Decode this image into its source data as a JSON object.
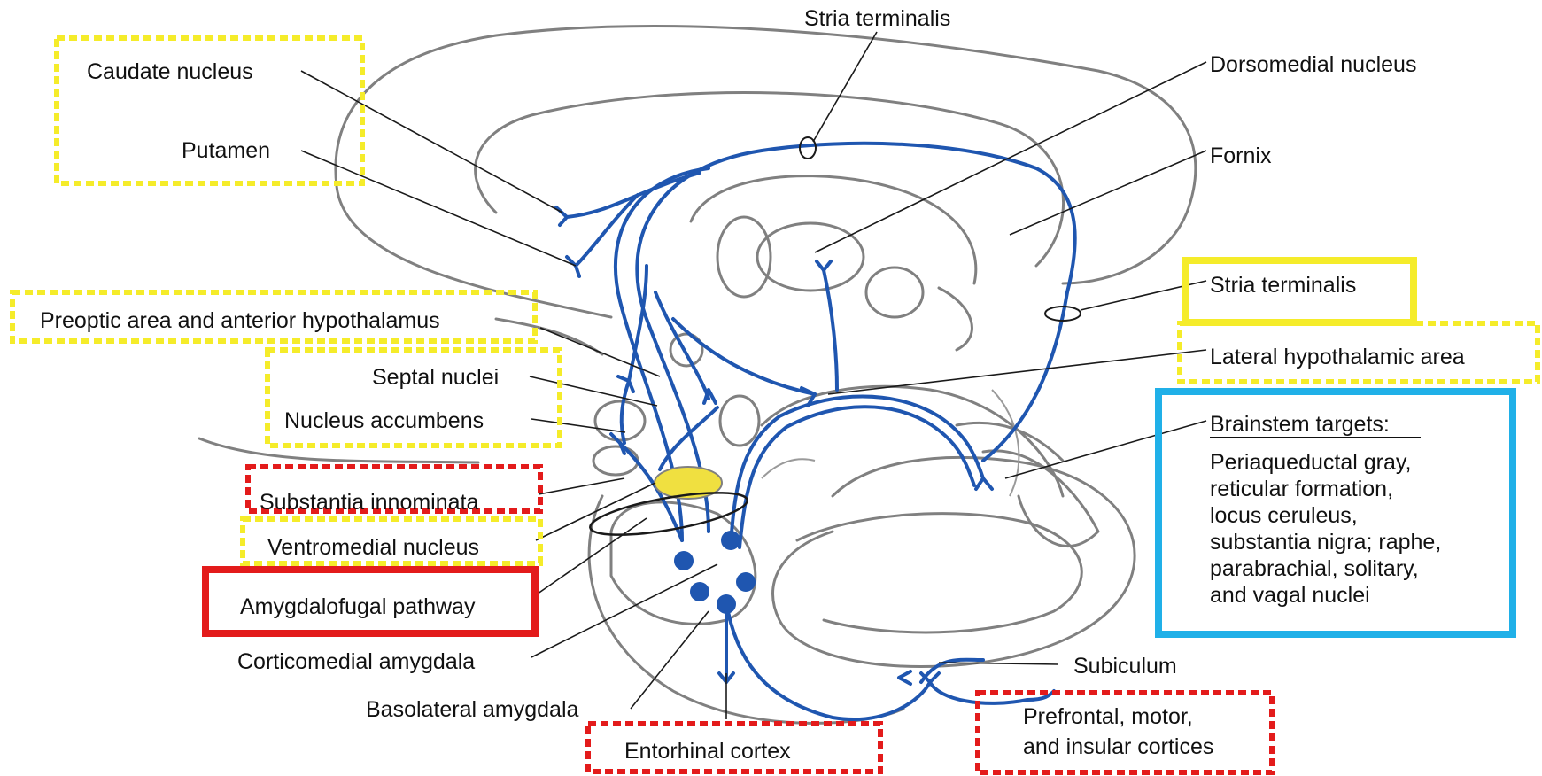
{
  "colors": {
    "pathway": "#1f56b0",
    "box_yellow": "#f5ec2a",
    "box_red": "#e31b1b",
    "box_blue": "#20b0e8",
    "nucleus_fill": "#f0e040",
    "outline": "#808080"
  },
  "labels": {
    "stria_top": "Stria terminalis",
    "dorsomedial": "Dorsomedial nucleus",
    "fornix": "Fornix",
    "stria_right": "Stria terminalis",
    "lateral_hypo": "Lateral hypothalamic area",
    "caudate": "Caudate nucleus",
    "putamen": "Putamen",
    "preoptic": "Preoptic area and anterior hypothalamus",
    "septal": "Septal nuclei",
    "accumbens": "Nucleus accumbens",
    "innominata": "Substantia innominata",
    "ventromedial": "Ventromedial nucleus",
    "amygdalofugal": "Amygdalofugal pathway",
    "corticomedial": "Corticomedial amygdala",
    "basolateral": "Basolateral amygdala",
    "entorhinal": "Entorhinal cortex",
    "subiculum": "Subiculum",
    "prefrontal_1": "Prefrontal, motor,",
    "prefrontal_2": "and insular cortices"
  },
  "brainstem": {
    "title": "Brainstem targets",
    "title_suffix": ":",
    "lines": [
      "Periaqueductal gray,",
      "reticular formation,",
      "locus ceruleus,",
      "substantia nigra; raphe,",
      "parabrachial, solitary,",
      "and vagal nuclei"
    ]
  }
}
